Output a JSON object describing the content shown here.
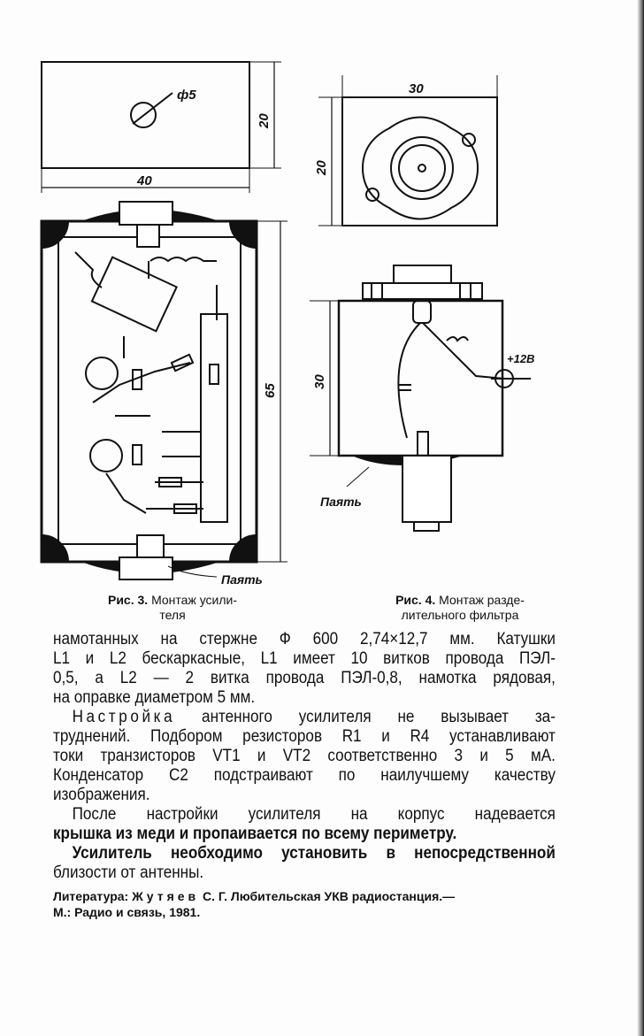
{
  "figure3": {
    "plate_labels": {
      "hole": "ф5",
      "height": "20",
      "width": "40"
    },
    "height_label": "65",
    "solder_label": "Паять",
    "caption_prefix": "Рис. 3.",
    "caption_line1": "Монтаж усили-",
    "caption_line2": "теля"
  },
  "figure4": {
    "top_labels": {
      "width": "30",
      "height": "20"
    },
    "height_label": "30",
    "voltage_label": "+12В",
    "solder_label": "Паять",
    "caption_prefix": "Рис. 4.",
    "caption_line1": "Монтаж разде-",
    "caption_line2": "лительного фильтра"
  },
  "text": {
    "p1": [
      "намотанных на стержне Ф 600 2,74×12,7 мм. Катушки",
      "L1 и L2 бескаркасные, L1 имеет 10 витков провода ПЭЛ-",
      "0,5, а L2 — 2 витка провода ПЭЛ-0,8, намотка рядовая,",
      "на оправке диаметром 5 мм."
    ],
    "p2_lead": "Настройка",
    "p2": [
      " антенного усилителя не вызывает за-",
      "труднений. Подбором резисторов R1 и R4 устанавливают",
      "токи транзисторов VT1 и VT2 соответственно 3 и 5 мА.",
      "Конденсатор C2 подстраивают по наилучшему качеству",
      "изображения."
    ],
    "p3": [
      "После настройки усилителя на корпус надевается",
      "крышка из меди и пропаивается по всему периметру."
    ],
    "p4": [
      "Усилитель необходимо установить в непосредственной",
      "близости от антенны."
    ]
  },
  "reference": {
    "label": "Литература:",
    "author": "Жутяев",
    "rest_line1": " С. Г. Любительская УКВ радиостанция.—",
    "line2": "М.: Радио и связь, 1981."
  }
}
